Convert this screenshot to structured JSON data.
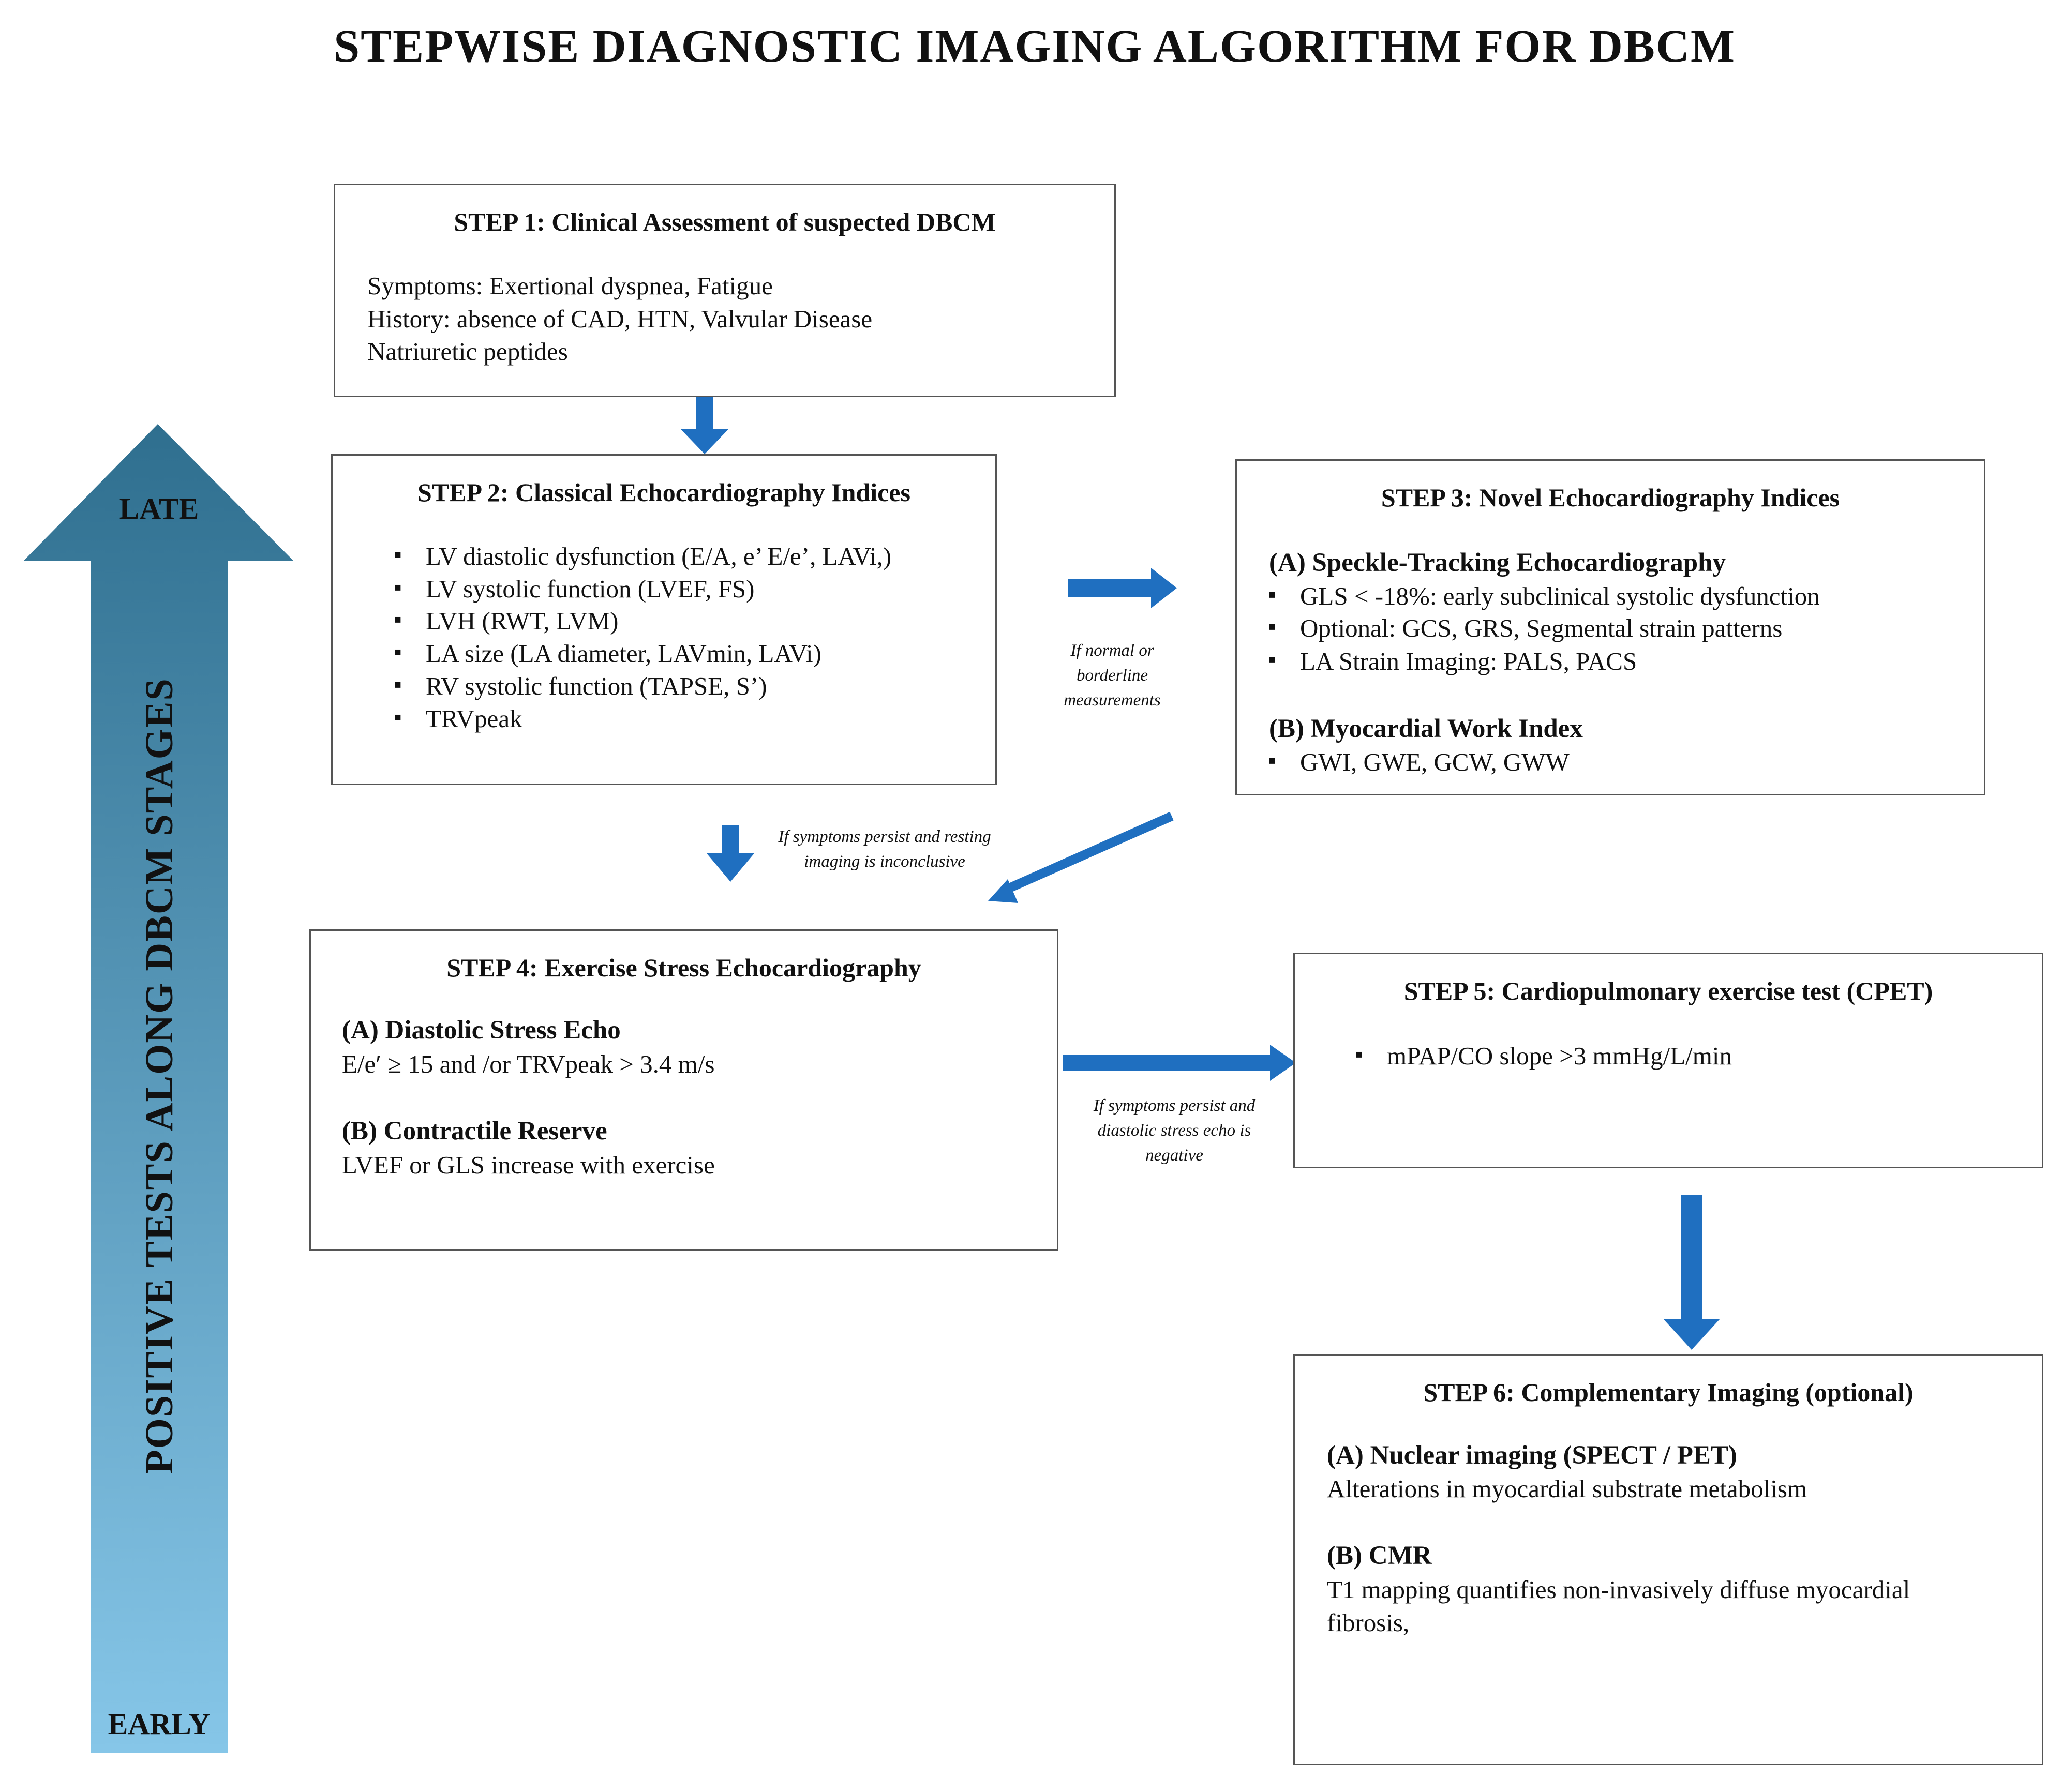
{
  "title": "STEPWISE DIAGNOSTIC IMAGING ALGORITHM FOR DBCM",
  "colors": {
    "arrow_blue": "#1f6fc0",
    "gradient_top": "#2f6f8f",
    "gradient_bottom": "#86c6e8",
    "box_border": "#555555"
  },
  "stage_axis": {
    "top_label": "LATE",
    "bottom_label": "EARLY",
    "vertical_label": "POSITIVE TESTS ALONG DBCM STAGES",
    "icon": "up-arrow-icon"
  },
  "step1": {
    "title": "STEP 1: Clinical Assessment of suspected DBCM",
    "lines": [
      "Symptoms: Exertional dyspnea, Fatigue",
      "History: absence of CAD, HTN, Valvular Disease",
      "Natriuretic peptides"
    ]
  },
  "step2": {
    "title": "STEP 2: Classical Echocardiography Indices",
    "bullets": [
      "LV diastolic dysfunction (E/A, e’ E/e’, LAVi,)",
      "LV systolic function (LVEF, FS)",
      "LVH (RWT, LVM)",
      "LA size (LA diameter, LAVmin, LAVi)",
      "RV systolic function (TAPSE, S’)",
      "TRVpeak"
    ]
  },
  "step3": {
    "title": "STEP 3: Novel Echocardiography Indices",
    "section_a": "(A) Speckle-Tracking Echocardiography",
    "bullets_a": [
      "GLS < -18%: early subclinical systolic dysfunction",
      "Optional: GCS, GRS, Segmental strain patterns",
      "LA Strain Imaging: PALS, PACS"
    ],
    "section_b": "(B) Myocardial Work Index",
    "bullets_b": [
      "GWI, GWE, GCW, GWW"
    ]
  },
  "step4": {
    "title": "STEP 4: Exercise Stress Echocardiography",
    "section_a": "(A) Diastolic Stress Echo",
    "text_a": "E/e′ ≥ 15 and /or TRVpeak > 3.4 m/s",
    "section_b": "(B) Contractile Reserve",
    "text_b": "LVEF or GLS increase with exercise"
  },
  "step5": {
    "title": "STEP 5: Cardiopulmonary exercise test (CPET)",
    "bullets": [
      "mPAP/CO slope >3 mmHg/L/min"
    ]
  },
  "step6": {
    "title": "STEP 6: Complementary Imaging (optional)",
    "section_a": "(A) Nuclear imaging (SPECT / PET)",
    "text_a": "Alterations in myocardial substrate metabolism",
    "section_b": "(B) CMR",
    "text_b_1": "T1 mapping quantifies non-invasively diffuse myocardial",
    "text_b_2": "fibrosis,"
  },
  "notes": {
    "step2_to_step3": [
      "If normal or",
      "borderline",
      "measurements"
    ],
    "to_step4": [
      "If symptoms persist and resting",
      "imaging is inconclusive"
    ],
    "step4_to_step5": [
      "If symptoms persist and",
      "diastolic stress echo is",
      "negative"
    ]
  }
}
